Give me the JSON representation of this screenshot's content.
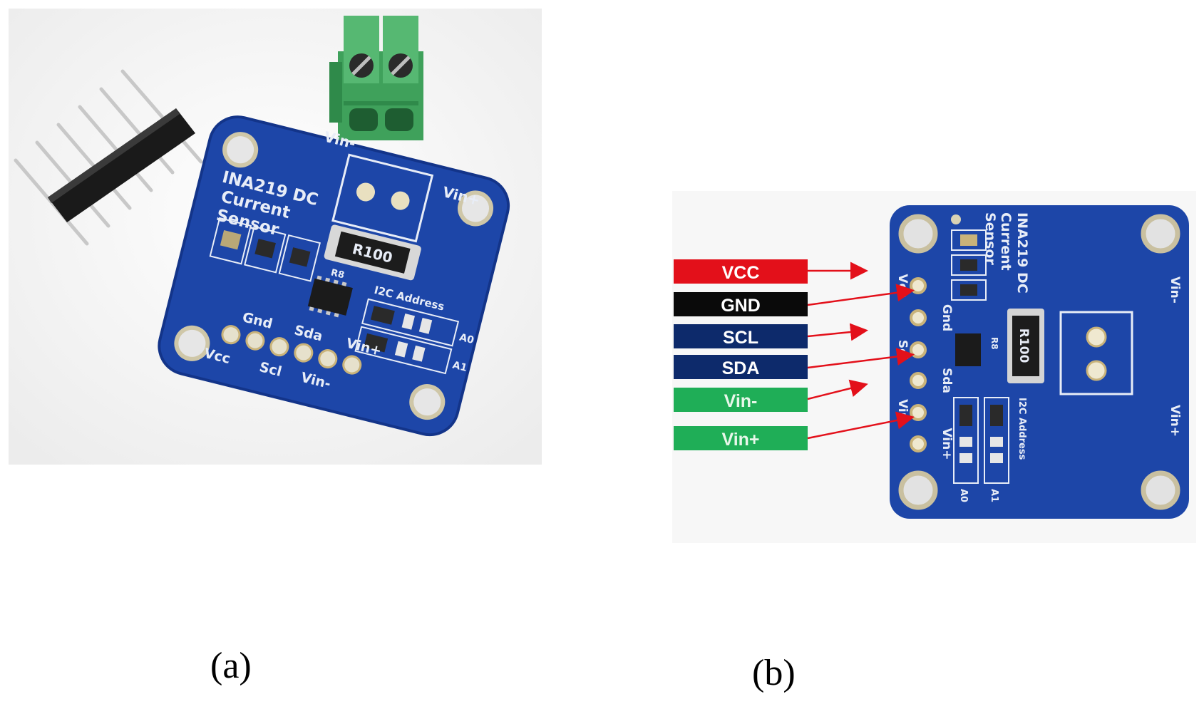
{
  "panel_a": {
    "caption": "(a)",
    "board": {
      "name_line1": "INA219 DC",
      "name_line2": "Current",
      "name_line3": "Sensor",
      "top_left_terminal": "Vin-",
      "top_right_terminal": "Vin+",
      "resistor": "R100",
      "resistor_ref": "R8",
      "i2c_label": "I2C Address",
      "a0": "A0",
      "a1": "A1",
      "pins": [
        "Vcc",
        "Gnd",
        "Scl",
        "Sda",
        "Vin-",
        "Vin+"
      ]
    }
  },
  "panel_b": {
    "caption": "(b)",
    "wires": [
      {
        "label": "VCC",
        "color": "#e3101a",
        "text_color": "#ffffff"
      },
      {
        "label": "GND",
        "color": "#0a0a0a",
        "text_color": "#ffffff"
      },
      {
        "label": "SCL",
        "color": "#0d2a6b",
        "text_color": "#ffffff"
      },
      {
        "label": "SDA",
        "color": "#0d2a6b",
        "text_color": "#ffffff"
      },
      {
        "label": "Vin-",
        "color": "#1fae57",
        "text_color": "#e8f7ea"
      },
      {
        "label": "Vin+",
        "color": "#1fae57",
        "text_color": "#e8f7ea"
      }
    ],
    "board": {
      "name_line1": "INA219 DC",
      "name_line2": "Current",
      "name_line3": "Sensor",
      "pins": [
        "Vcc",
        "Gnd",
        "Scl",
        "Sda",
        "Vin-",
        "Vin+"
      ],
      "right_top": "Vin-",
      "right_bottom": "Vin+",
      "resistor": "R100",
      "resistor_ref": "R8",
      "i2c_label": "I2C Address",
      "a0": "A0",
      "a1": "A1"
    }
  },
  "colors": {
    "pcb_blue": "#1d46a8",
    "pcb_dark": "#133489",
    "pad_gold": "#c9b37a",
    "terminal_green": "#3fa15b",
    "arrow_red": "#e3101a"
  }
}
